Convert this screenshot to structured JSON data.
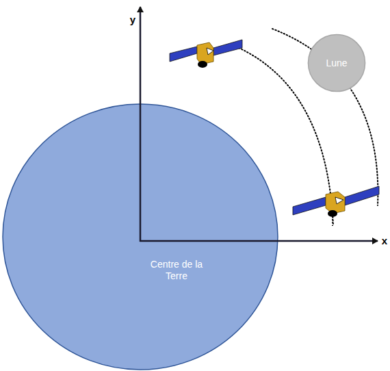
{
  "diagram": {
    "nodes": [
      {
        "text": [
          "Centre de la Terre"
        ]
      },
      {
        "text": [
          "Lune"
        ]
      }
    ],
    "labels": [
      "y",
      "x"
    ]
  }
}
